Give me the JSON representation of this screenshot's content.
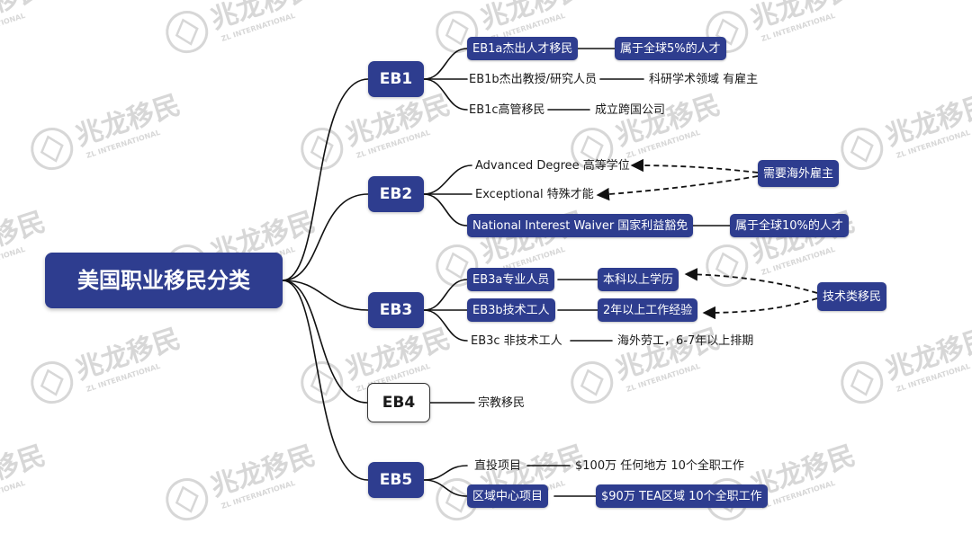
{
  "root": "美国职业移民分类",
  "watermark": {
    "brand": "兆龙移民",
    "sub": "ZL INTERNATIONAL"
  },
  "eb1": {
    "label": "EB1",
    "items": [
      {
        "label": "EB1a杰出人才移民",
        "detail": "属于全球5%的人才"
      },
      {
        "label": "EB1b杰出教授/研究人员",
        "detail": "科研学术领域 有雇主"
      },
      {
        "label": "EB1c高管移民",
        "detail": "成立跨国公司"
      }
    ]
  },
  "eb2": {
    "label": "EB2",
    "items": [
      {
        "label": "Advanced Degree 高等学位"
      },
      {
        "label": "Exceptional 特殊才能"
      },
      {
        "label": "National Interest Waiver 国家利益豁免",
        "detail": "属于全球10%的人才"
      }
    ],
    "note": "需要海外雇主"
  },
  "eb3": {
    "label": "EB3",
    "items": [
      {
        "label": "EB3a专业人员",
        "detail": "本科以上学历"
      },
      {
        "label": "EB3b技术工人",
        "detail": "2年以上工作经验"
      },
      {
        "label": "EB3c 非技术工人",
        "detail": "海外劳工，6-7年以上排期"
      }
    ],
    "note": "技术类移民"
  },
  "eb4": {
    "label": "EB4",
    "detail": "宗教移民"
  },
  "eb5": {
    "label": "EB5",
    "items": [
      {
        "label": "直投项目",
        "detail": "$100万 任何地方 10个全职工作"
      },
      {
        "label": "区域中心项目",
        "detail": "$90万 TEA区域 10个全职工作"
      }
    ]
  },
  "colors": {
    "accent": "#2e3d8f",
    "line": "#111111",
    "watermark": "#b8b8b8"
  }
}
